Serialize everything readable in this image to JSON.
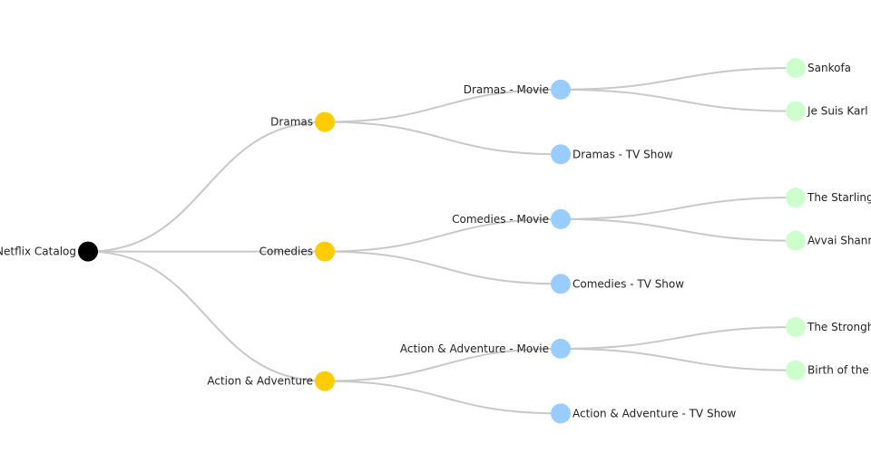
{
  "colors": {
    "root": "#000000",
    "category": "#ffcc00",
    "type": "#99ccff",
    "title": "#ccffcc",
    "link": "#c8c8c8",
    "label": "#222222"
  },
  "tree": {
    "name": "Netflix Catalog",
    "children": [
      {
        "name": "Dramas",
        "children": [
          {
            "name": "Dramas - Movie",
            "children": [
              {
                "name": "Sankofa"
              },
              {
                "name": "Je Suis Karl"
              }
            ]
          },
          {
            "name": "Dramas - TV Show"
          }
        ]
      },
      {
        "name": "Comedies",
        "children": [
          {
            "name": "Comedies - Movie",
            "children": [
              {
                "name": "The Starling"
              },
              {
                "name": "Avvai Shanmughi"
              }
            ]
          },
          {
            "name": "Comedies - TV Show"
          }
        ]
      },
      {
        "name": "Action & Adventure",
        "children": [
          {
            "name": "Action & Adventure - Movie",
            "children": [
              {
                "name": "The Stronghold"
              },
              {
                "name": "Birth of the Dragon"
              }
            ]
          },
          {
            "name": "Action & Adventure - TV Show"
          }
        ]
      }
    ]
  }
}
